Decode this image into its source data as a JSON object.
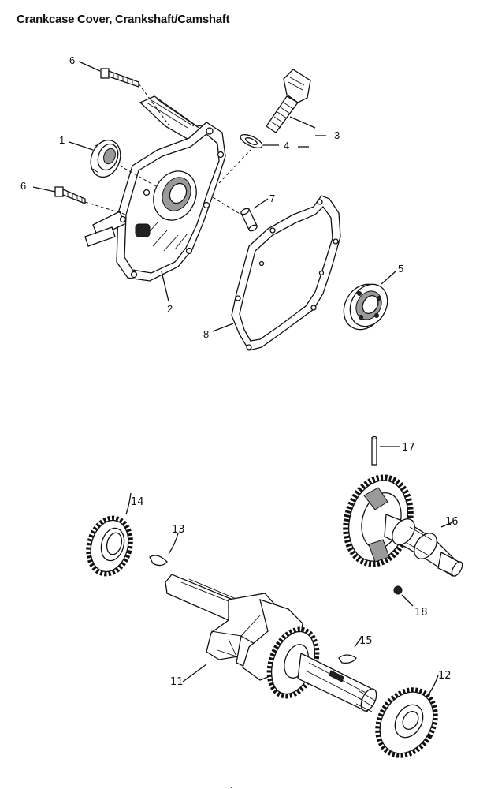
{
  "title": "Crankcase Cover, Crankshaft/Camshaft",
  "callouts": {
    "c1": "1",
    "c2": "2",
    "c3": "3",
    "c4": "4",
    "c5": "5",
    "c6a": "6",
    "c6b": "6",
    "c7": "7",
    "c8": "8",
    "c11": "11",
    "c12": "12",
    "c13": "13",
    "c14": "14",
    "c15": "15",
    "c16": "16",
    "c17": "17",
    "c18": "18"
  },
  "colors": {
    "ink": "#111111",
    "background": "#ffffff"
  }
}
